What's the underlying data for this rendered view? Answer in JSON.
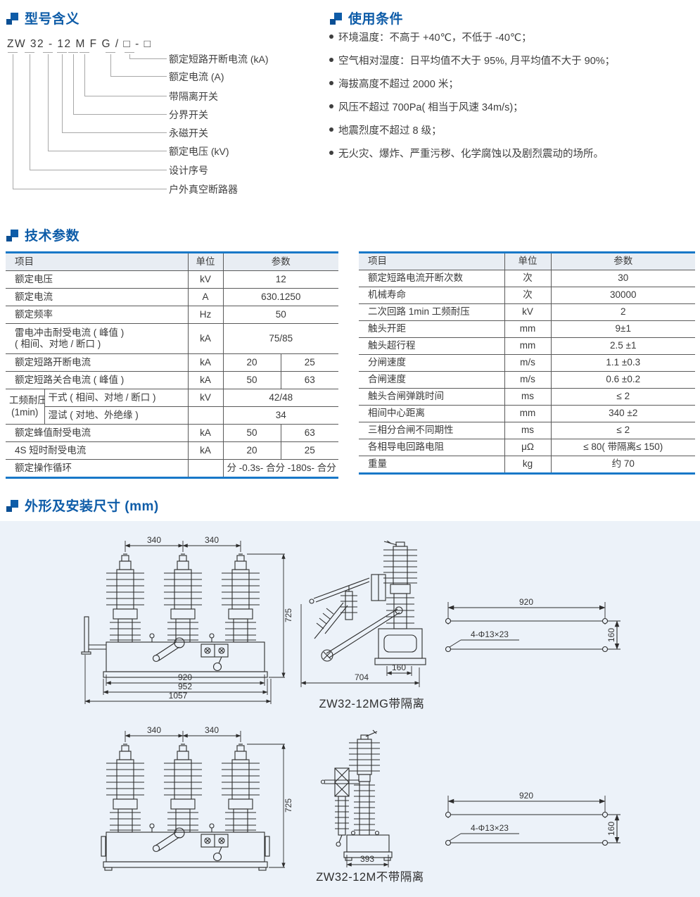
{
  "accent": "#0e5ca8",
  "model": {
    "title": "型号含义",
    "code": "ZW 32 - 12 M F G / □ - □",
    "labels": [
      "额定短路开断电流 (kA)",
      "额定电流 (A)",
      "带隔离开关",
      "分界开关",
      "永磁开关",
      "额定电压 (kV)",
      "设计序号",
      "户外真空断路器"
    ]
  },
  "conditions": {
    "title": "使用条件",
    "items": [
      "环境温度：不高于 +40℃，不低于 -40℃；",
      "空气相对湿度：日平均值不大于 95%, 月平均值不大于 90%；",
      "海拔高度不超过 2000 米；",
      "风压不超过 700Pa( 相当于风速 34m/s)；",
      "地震烈度不超过 8 级；",
      "无火灾、爆炸、严重污秽、化学腐蚀以及剧烈震动的场所。"
    ]
  },
  "params": {
    "title": "技术参数",
    "headers": {
      "item": "项目",
      "unit": "单位",
      "value": "参数"
    },
    "left": {
      "r0": {
        "name": "额定电压",
        "unit": "kV",
        "v": "12"
      },
      "r1": {
        "name": "额定电流",
        "unit": "A",
        "v": "630.1250"
      },
      "r2": {
        "name": "额定频率",
        "unit": "Hz",
        "v": "50"
      },
      "r3": {
        "name1": "雷电冲击耐受电流 ( 峰值 )",
        "name2": "( 相间、对地 / 断口 )",
        "unit": "kA",
        "v": "75/85"
      },
      "r4": {
        "name": "额定短路开断电流",
        "unit": "kA",
        "v1": "20",
        "v2": "25"
      },
      "r5": {
        "name": "额定短路关合电流 ( 峰值 )",
        "unit": "kA",
        "v1": "50",
        "v2": "63"
      },
      "r6": {
        "group1": "工频耐压",
        "group2": "(1min)",
        "sub": "干式 ( 相间、对地 / 断口 )",
        "unit": "kV",
        "v": "42/48"
      },
      "r7": {
        "sub": "湿试 ( 对地、外绝缘 )",
        "unit": "",
        "v": "34"
      },
      "r8": {
        "name": "额定蜂值耐受电流",
        "unit": "kA",
        "v1": "50",
        "v2": "63"
      },
      "r9": {
        "name": "4S 短时耐受电流",
        "unit": "kA",
        "v1": "20",
        "v2": "25"
      },
      "r10": {
        "name": "额定操作循环",
        "unit": "",
        "v": "分 -0.3s- 合分 -180s- 合分"
      }
    },
    "right": {
      "r0": {
        "name": "额定短路电流开断次数",
        "unit": "次",
        "v": "30"
      },
      "r1": {
        "name": "机械寿命",
        "unit": "次",
        "v": "30000"
      },
      "r2": {
        "name": "二次回路 1min 工频耐压",
        "unit": "kV",
        "v": "2"
      },
      "r3": {
        "name": "触头开距",
        "unit": "mm",
        "v": "9±1"
      },
      "r4": {
        "name": "触头超行程",
        "unit": "mm",
        "v": "2.5 ±1"
      },
      "r5": {
        "name": "分闸速度",
        "unit": "m/s",
        "v": "1.1 ±0.3"
      },
      "r6": {
        "name": "合闸速度",
        "unit": "m/s",
        "v": "0.6 ±0.2"
      },
      "r7": {
        "name": "触头合闸弹跳时间",
        "unit": "ms",
        "v": "≤ 2"
      },
      "r8": {
        "name": "相间中心距离",
        "unit": "mm",
        "v": "340 ±2"
      },
      "r9": {
        "name": "三相分合闸不同期性",
        "unit": "ms",
        "v": "≤ 2"
      },
      "r10": {
        "name": "各相导电回路电阻",
        "unit": "μΩ",
        "v": "≤ 80( 带隔离≤ 150)"
      },
      "r11": {
        "name": "重量",
        "unit": "kg",
        "v": "约 70"
      }
    }
  },
  "dims": {
    "title": "外形及安装尺寸 (mm)",
    "front": {
      "d1": "340",
      "d2": "340",
      "h": "725",
      "b1": "920",
      "b2": "952",
      "b3": "1057"
    },
    "side_mg": {
      "w": "704",
      "inner": "160",
      "caption": "ZW32-12MG带隔离"
    },
    "side_m": {
      "w": "393",
      "caption": "ZW32-12M不带隔离"
    },
    "holes": {
      "w": "920",
      "h": "160",
      "label": "4-Φ13×23"
    }
  }
}
